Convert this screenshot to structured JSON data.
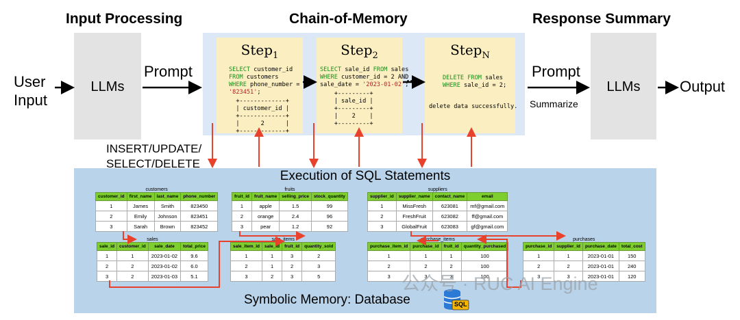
{
  "headers": {
    "input": "Input Processing",
    "chain": "Chain-of-Memory",
    "response": "Response Summary"
  },
  "left": {
    "user_input_line1": "User",
    "user_input_line2": "Input",
    "llms": "LLMs",
    "prompt": "Prompt"
  },
  "right": {
    "prompt": "Prompt",
    "summarize": "Summarize",
    "llms": "LLMs",
    "output": "Output"
  },
  "ops_label_line1": "INSERT/UPDATE/",
  "ops_label_line2": "SELECT/DELETE",
  "ellipsis": "...",
  "steps": [
    {
      "title": "Step",
      "sub": "1",
      "code": [
        [
          "kw",
          "SELECT"
        ],
        [
          "t",
          " customer_id\n"
        ],
        [
          "kw",
          "FROM"
        ],
        [
          "t",
          " customers\n"
        ],
        [
          "kw",
          "WHERE"
        ],
        [
          "t",
          " phone_number =\n"
        ],
        [
          "str",
          "'823451'"
        ],
        [
          "t",
          ";"
        ]
      ],
      "result": "  +-------------+\n  | customer_id |\n  +-------------+\n  |      2      |\n  +-------------+"
    },
    {
      "title": "Step",
      "sub": "2",
      "code": [
        [
          "kw",
          "SELECT"
        ],
        [
          "t",
          " sale_id "
        ],
        [
          "kw",
          "FROM"
        ],
        [
          "t",
          " sales\n"
        ],
        [
          "kw",
          "WHERE"
        ],
        [
          "t",
          " customer_id = 2 AND\nsale_date = "
        ],
        [
          "str",
          "'2023-01-02'"
        ],
        [
          "t",
          ";"
        ]
      ],
      "result": "    +---------+\n    | sale_id |\n    +---------+\n    |    2    |\n    +---------+"
    },
    {
      "title": "Step",
      "sub": "N",
      "code": [
        [
          "kw",
          "DELETE"
        ],
        [
          "t",
          " "
        ],
        [
          "kw",
          "FROM"
        ],
        [
          "t",
          " sales\n"
        ],
        [
          "kw",
          "WHERE"
        ],
        [
          "t",
          " sale_id = 2;"
        ]
      ],
      "result": "delete data successfully."
    }
  ],
  "execution_title": "Execution of SQL Statements",
  "memory_title": "Symbolic Memory: Database",
  "db_icon_label": "SQL",
  "watermark": "公众号 · RUC AI Engine",
  "tables": {
    "customers": {
      "name": "customers",
      "columns": [
        "customer_id",
        "first_name",
        "last_name",
        "phone_number"
      ],
      "rows": [
        [
          "1",
          "James",
          "Smith",
          "823450"
        ],
        [
          "2",
          "Emily",
          "Johnson",
          "823451"
        ],
        [
          "3",
          "Sarah",
          "Brown",
          "823452"
        ]
      ]
    },
    "fruits": {
      "name": "fruits",
      "columns": [
        "fruit_id",
        "fruit_name",
        "selling_price",
        "stock_quantity"
      ],
      "rows": [
        [
          "1",
          "apple",
          "1.5",
          "99"
        ],
        [
          "2",
          "orange",
          "2.4",
          "96"
        ],
        [
          "3",
          "pear",
          "1.2",
          "92"
        ]
      ]
    },
    "suppliers": {
      "name": "suppliers",
      "columns": [
        "supplier_id",
        "supplier_name",
        "contact_name",
        "email"
      ],
      "rows": [
        [
          "1",
          "MissFresh",
          "623081",
          "mf@gmail.com"
        ],
        [
          "2",
          "FreshFruit",
          "623082",
          "ff@gmail.com"
        ],
        [
          "3",
          "GlobalFruit",
          "623083",
          "gf@gmail.com"
        ]
      ]
    },
    "sales": {
      "name": "sales",
      "columns": [
        "sale_id",
        "customer_id",
        "sale_date",
        "total_price"
      ],
      "rows": [
        [
          "1",
          "1",
          "2023-01-02",
          "9.6"
        ],
        [
          "2",
          "2",
          "2023-01-02",
          "6.0"
        ],
        [
          "3",
          "2",
          "2023-01-03",
          "5.1"
        ]
      ]
    },
    "sale_items": {
      "name": "sale_items",
      "columns": [
        "sale_item_id",
        "sale_id",
        "fruit_id",
        "quantity_sold"
      ],
      "rows": [
        [
          "1",
          "1",
          "3",
          "2"
        ],
        [
          "2",
          "1",
          "2",
          "3"
        ],
        [
          "3",
          "2",
          "3",
          "5"
        ]
      ]
    },
    "purchase_items": {
      "name": "purchase_items",
      "columns": [
        "purchase_item_id",
        "purchase_id",
        "fruit_id",
        "quantity_purchased"
      ],
      "rows": [
        [
          "1",
          "1",
          "1",
          "100"
        ],
        [
          "2",
          "2",
          "2",
          "100"
        ],
        [
          "3",
          "3",
          "3",
          "100"
        ]
      ]
    },
    "purchases": {
      "name": "purchases",
      "columns": [
        "purchase_id",
        "supplier_id",
        "purchase_date",
        "total_cost"
      ],
      "rows": [
        [
          "1",
          "1",
          "2023-01-01",
          "150"
        ],
        [
          "2",
          "2",
          "2023-01-01",
          "240"
        ],
        [
          "3",
          "3",
          "2023-01-01",
          "120"
        ]
      ]
    }
  },
  "colors": {
    "step_bg": "#fbeec1",
    "chain_bg": "#dce8f5",
    "db_bg": "#b8d3ea",
    "llm_bg": "#e3e3e3",
    "arrow_red": "#e8412c",
    "table_header": "#7fce2f"
  }
}
